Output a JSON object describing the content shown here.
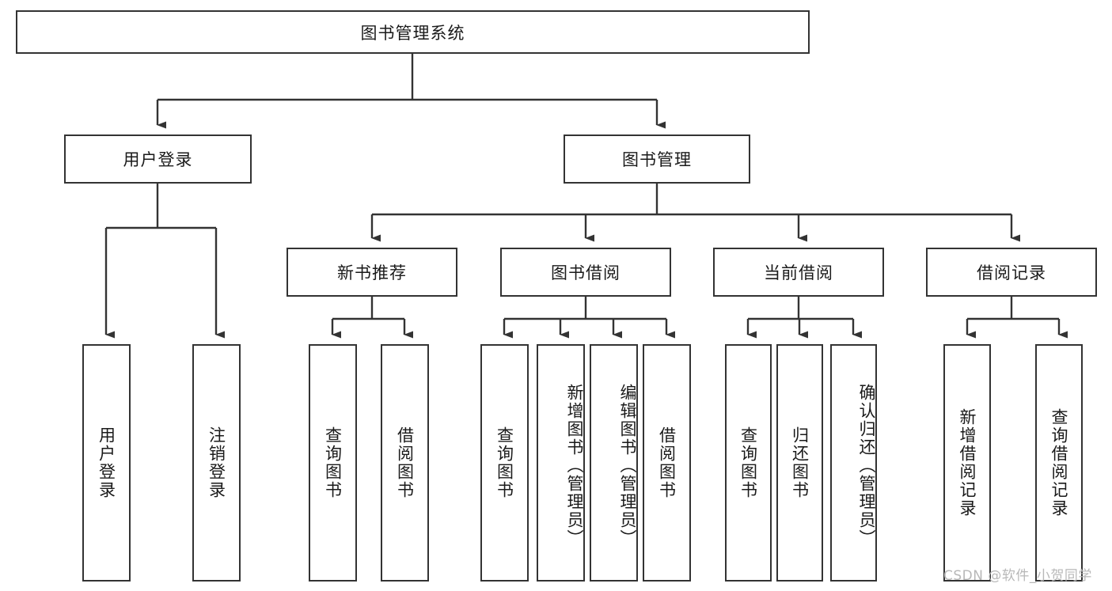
{
  "diagram": {
    "title": "图书管理系统",
    "type": "hierarchy-tree",
    "orientation": "top-down",
    "colors": {
      "box_border": "#333333",
      "box_fill": "#ffffff",
      "edge": "#333333",
      "text": "#1a1a1a",
      "watermark": "#b8b8b8"
    },
    "root": {
      "label": "图书管理系统"
    },
    "level2": [
      {
        "label": "用户登录"
      },
      {
        "label": "图书管理"
      }
    ],
    "level3": [
      {
        "label": "新书推荐"
      },
      {
        "label": "图书借阅"
      },
      {
        "label": "当前借阅"
      },
      {
        "label": "借阅记录"
      }
    ],
    "leaves": {
      "user_login": [
        {
          "label": "用户登录"
        },
        {
          "label": "注销登录"
        }
      ],
      "new_book_recommend": [
        {
          "label": "查询图书"
        },
        {
          "label": "借阅图书"
        }
      ],
      "book_borrow": [
        {
          "label": "查询图书"
        },
        {
          "label": "新增图书（管理员）"
        },
        {
          "label": "编辑图书（管理员）"
        },
        {
          "label": "借阅图书"
        }
      ],
      "current_borrow": [
        {
          "label": "查询图书"
        },
        {
          "label": "归还图书"
        },
        {
          "label": "确认归还（管理员）"
        }
      ],
      "borrow_record": [
        {
          "label": "新增借阅记录"
        },
        {
          "label": "查询借阅记录"
        }
      ]
    },
    "watermark": "CSDN @软件_小贺同学"
  }
}
